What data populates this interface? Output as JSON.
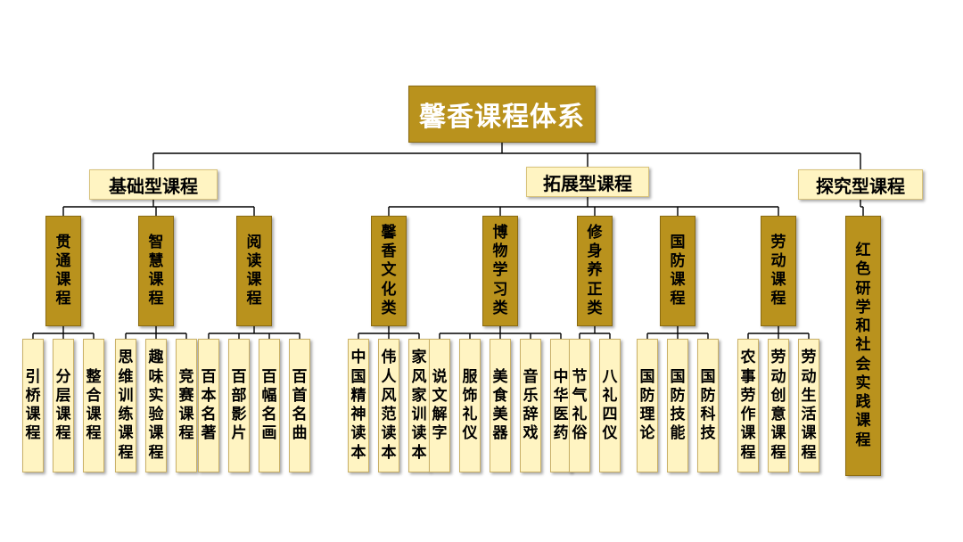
{
  "colors": {
    "dark_gold": "#b9921d",
    "light_cream": "#fff4c2",
    "line": "#000000"
  },
  "root": {
    "label": "馨香课程体系"
  },
  "categories": [
    {
      "label": "基础型课程",
      "subs": [
        {
          "label": "贯通课程",
          "leaves": [
            "引桥课程",
            "分层课程",
            "整合课程"
          ]
        },
        {
          "label": "智慧课程",
          "leaves": [
            "思维训练课程",
            "趣味实验课程",
            "竞赛课程"
          ]
        },
        {
          "label": "阅读课程",
          "leaves": [
            "百本名著",
            "百部影片",
            "百幅名画",
            "百首名曲"
          ]
        }
      ]
    },
    {
      "label": "拓展型课程",
      "subs": [
        {
          "label": "馨香文化类",
          "leaves": [
            "中国精神读本",
            "伟人风范读本",
            "家风家训读本"
          ]
        },
        {
          "label": "博物学习类",
          "leaves": [
            "说文解字",
            "服饰礼仪",
            "美食美器",
            "音乐辞戏",
            "中华医药"
          ]
        },
        {
          "label": "修身养正类",
          "leaves": [
            "节气礼俗",
            "八礼四仪"
          ]
        },
        {
          "label": "国防课程",
          "leaves": [
            "国防理论",
            "国防技能",
            "国防科技"
          ]
        },
        {
          "label": "劳动课程",
          "leaves": [
            "农事劳作课程",
            "劳动创意课程",
            "劳动生活课程"
          ]
        }
      ]
    },
    {
      "label": "探究型课程",
      "subs": [
        {
          "label": "红色研学和社会实践课程",
          "leaves": []
        }
      ]
    }
  ]
}
